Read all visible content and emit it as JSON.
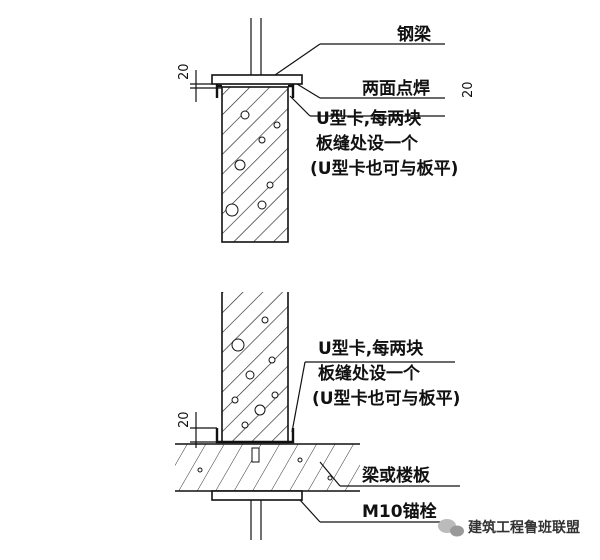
{
  "top_detail": {
    "labels": {
      "steel_beam": "钢梁",
      "spot_weld": "两面点焊",
      "u_clip_line1": "U型卡,每两块",
      "u_clip_line2": "板缝处设一个",
      "u_clip_line3": "(U型卡也可与板平)"
    },
    "dim_left": "20",
    "dim_right": "20"
  },
  "bottom_detail": {
    "labels": {
      "u_clip_line1": "U型卡,每两块",
      "u_clip_line2": "板缝处设一个",
      "u_clip_line3": "(U型卡也可与板平)",
      "beam_or_slab": "梁或楼板",
      "anchor_bolt": "M10锚栓"
    },
    "dim_left": "20"
  },
  "watermark": {
    "text": "建筑工程鲁班联盟",
    "icon": "wechat-icon"
  }
}
